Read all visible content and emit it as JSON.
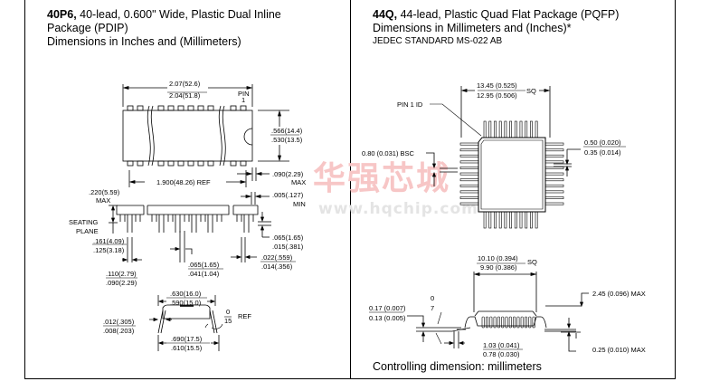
{
  "left_panel": {
    "title_bold": "40P6,",
    "title_rest": " 40-lead, 0.600\" Wide, Plastic Dual Inline",
    "title_line2": "Package (PDIP)",
    "subtitle": "Dimensions in Inches and (Millimeters)",
    "dims": {
      "length_max": "2.07(52.6)",
      "length_min": "2.04(51.8)",
      "pin1_a": "PIN",
      "pin1_b": "1",
      "width_max": ".566(14.4)",
      "width_min": ".530(13.5)",
      "ref_len": "1.900(48.26) REF",
      "end_gap": ".090(2.29)",
      "end_gap_note": "MAX",
      "height": ".220(5.59)",
      "height_note": "MAX",
      "standoff": ".005(.127)",
      "standoff_note": "MIN",
      "seating_a": "SEATING",
      "seating_b": "PLANE",
      "lead_len_max": ".161(4.09)",
      "lead_len_min": ".125(3.18)",
      "shoulder_max": ".065(1.65)",
      "shoulder_min": ".015(.381)",
      "pitch_max": ".110(2.79)",
      "pitch_min": ".090(2.29)",
      "lead_w_max": ".065(1.65)",
      "lead_w_min": ".041(1.04)",
      "tip_w_max": ".022(.559)",
      "tip_w_min": ".014(.356)",
      "body_w_max": ".630(16.0)",
      "body_w_min": ".590(15.0)",
      "angle_top": "0",
      "angle_bot": "15",
      "angle_note": "REF",
      "thick_max": ".012(.305)",
      "thick_min": ".008(.203)",
      "row_max": ".690(17.5)",
      "row_min": ".610(15.5)"
    }
  },
  "right_panel": {
    "title_bold": "44Q,",
    "title_rest": " 44-lead, Plastic Quad Flat Package (PQFP)",
    "subtitle": "Dimensions in Millimeters and (Inches)*",
    "standard": "JEDEC STANDARD MS-022 AB",
    "dims": {
      "outer_max": "13.45 (0.525)",
      "outer_min": "12.95 (0.506)",
      "outer_note": "SQ",
      "pin1_id": "PIN 1 ID",
      "pitch": "0.80 (0.031) BSC",
      "lead_w_max": "0.50 (0.020)",
      "lead_w_min": "0.35 (0.014)",
      "body_max": "10.10 (0.394)",
      "body_min": "9.90 (0.386)",
      "body_note": "SQ",
      "height": "2.45 (0.096) MAX",
      "thick_max": "0.17 (0.007)",
      "thick_min": "0.13 (0.005)",
      "angle_top": "0",
      "angle_bot": "7",
      "foot_max": "1.03 (0.041)",
      "foot_min": "0.78 (0.030)",
      "standoff": "0.25 (0.010) MAX"
    },
    "controlling": "Controlling dimension: millimeters"
  },
  "watermark": {
    "text": "华强芯城",
    "url": "www.hqchip.com"
  }
}
